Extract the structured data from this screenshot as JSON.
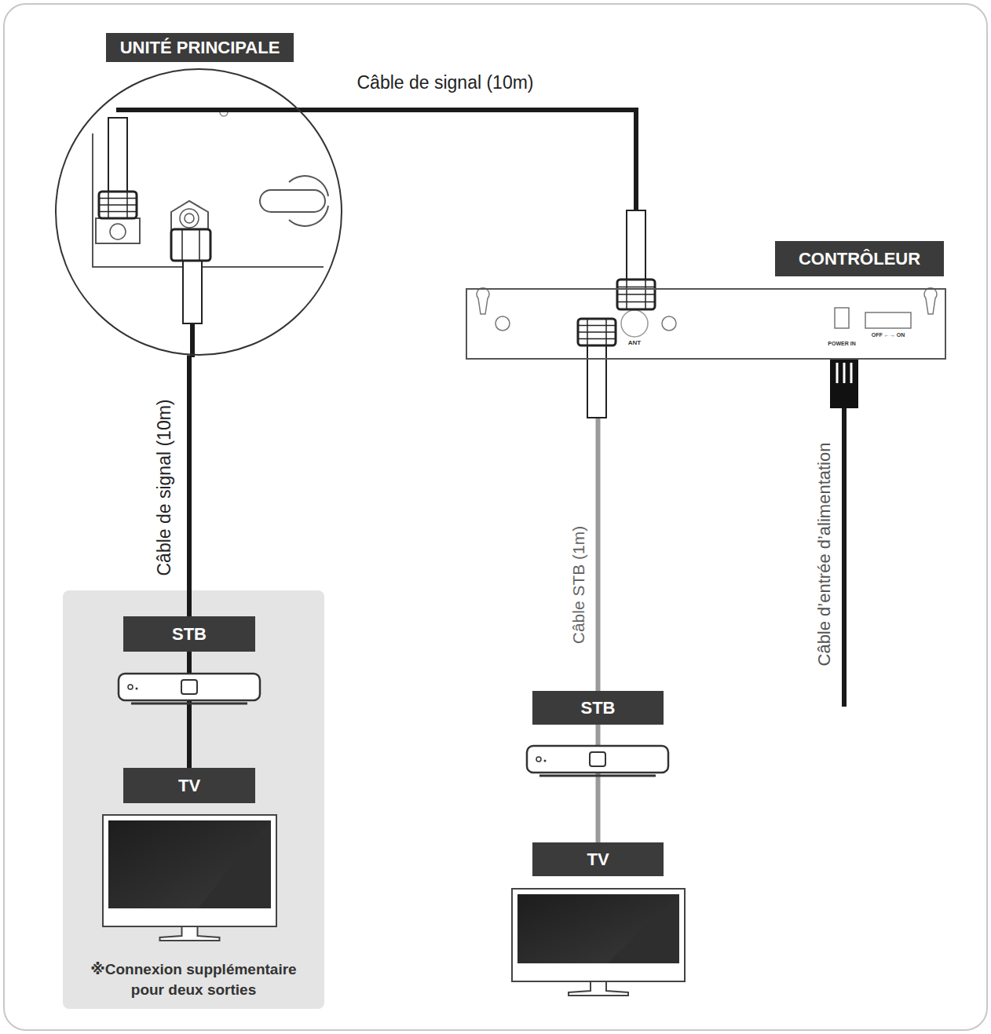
{
  "diagram": {
    "nodes": [
      {
        "text": [
          "UNITÉ PRINCIPALE"
        ]
      },
      {
        "text": [
          "CONTRÔLEUR"
        ]
      },
      {
        "text": [
          "※Connexion supplémentaire pour deux sorties"
        ]
      },
      {
        "text": [
          "STB"
        ],
        "in": 2
      },
      {
        "text": [
          "TV"
        ],
        "in": 2
      },
      {
        "text": [
          "STB"
        ]
      },
      {
        "text": [
          "TV"
        ]
      }
    ],
    "edges": [
      {
        "from": 0,
        "to": 1,
        "arrow": "none",
        "label": "Câble de signal (10m)"
      },
      {
        "from": 0,
        "to": 3,
        "arrow": "none",
        "label": "Câble de signal (10m)"
      },
      {
        "from": 3,
        "to": 4,
        "arrow": "none"
      },
      {
        "from": 1,
        "to": 5,
        "arrow": "none",
        "label": "Câble STB (1m)"
      },
      {
        "from": 5,
        "to": 6,
        "arrow": "none"
      }
    ],
    "labels": [
      "ANT",
      "POWER IN",
      "OFF ←→ ON",
      "Câble d’entrée d’alimentation"
    ]
  }
}
